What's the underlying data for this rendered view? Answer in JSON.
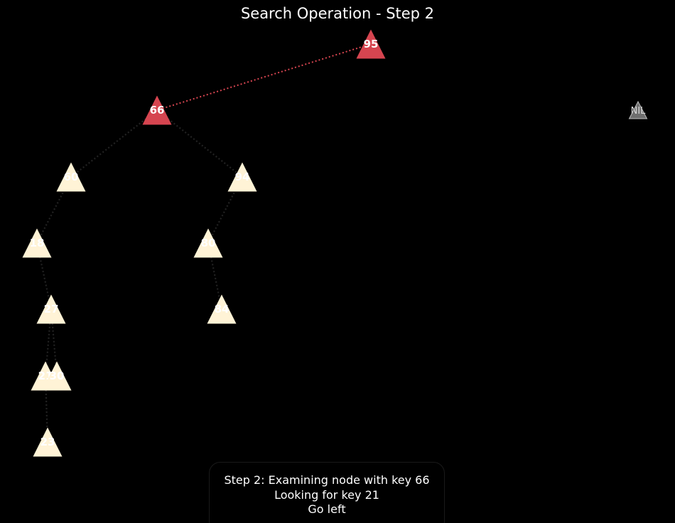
{
  "title": "Search Operation - Step 2",
  "colors": {
    "background": "#000000",
    "visited_node": "#d64550",
    "normal_node": "#fff3d6",
    "nil_node": "#6e6e6e",
    "visited_edge": "#d64550",
    "normal_edge": "#222222"
  },
  "nodes": [
    {
      "id": "n95",
      "key": "95",
      "state": "visited"
    },
    {
      "id": "n66",
      "key": "66",
      "state": "visited"
    },
    {
      "id": "n60",
      "key": "60",
      "state": "normal"
    },
    {
      "id": "n94",
      "key": "94",
      "state": "normal"
    },
    {
      "id": "n18",
      "key": "18",
      "state": "normal"
    },
    {
      "id": "n80",
      "key": "80",
      "state": "normal"
    },
    {
      "id": "n27",
      "key": "27",
      "state": "normal"
    },
    {
      "id": "n84",
      "key": "84",
      "state": "normal"
    },
    {
      "id": "n21",
      "key": "21",
      "state": "normal"
    },
    {
      "id": "n30",
      "key": "30",
      "state": "normal"
    },
    {
      "id": "n23",
      "key": "23",
      "state": "normal"
    },
    {
      "id": "nil",
      "key": "NIL",
      "state": "nil"
    }
  ],
  "edges": [
    {
      "from": "n95",
      "to": "n66",
      "state": "visited"
    },
    {
      "from": "n66",
      "to": "n60",
      "state": "normal"
    },
    {
      "from": "n66",
      "to": "n94",
      "state": "normal"
    },
    {
      "from": "n60",
      "to": "n18",
      "state": "normal"
    },
    {
      "from": "n18",
      "to": "n27",
      "state": "normal"
    },
    {
      "from": "n27",
      "to": "n21",
      "state": "normal"
    },
    {
      "from": "n27",
      "to": "n30",
      "state": "normal"
    },
    {
      "from": "n21",
      "to": "n23",
      "state": "normal"
    },
    {
      "from": "n94",
      "to": "n80",
      "state": "normal"
    },
    {
      "from": "n80",
      "to": "n84",
      "state": "normal"
    }
  ],
  "info": {
    "line1": "Step 2: Examining node with key 66",
    "line2": "Looking for key 21",
    "line3": "Go left"
  }
}
